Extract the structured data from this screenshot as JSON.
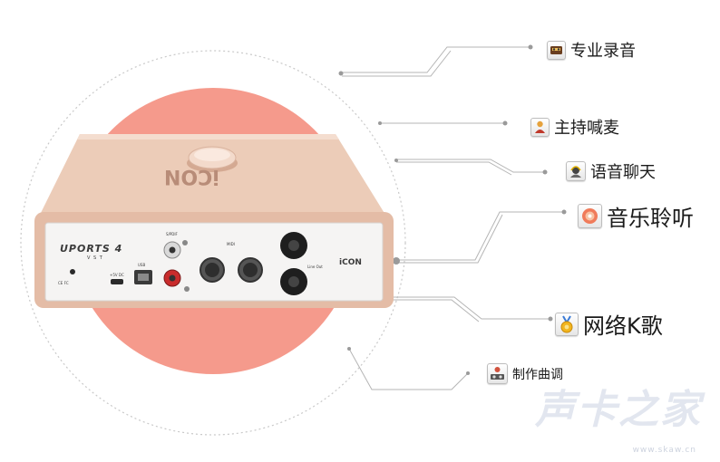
{
  "features": [
    {
      "id": "pro-recording",
      "label": "专业录音",
      "icon": "cassette-tape-icon"
    },
    {
      "id": "host-mic",
      "label": "主持喊麦",
      "icon": "host-person-icon"
    },
    {
      "id": "voice-chat",
      "label": "语音聊天",
      "icon": "headset-chat-icon"
    },
    {
      "id": "music-listening",
      "label": "音乐聆听",
      "icon": "music-disc-icon"
    },
    {
      "id": "online-karaoke",
      "label": "网络K歌",
      "icon": "karaoke-medal-icon"
    },
    {
      "id": "music-production",
      "label": "制作曲调",
      "icon": "dj-producer-icon"
    }
  ],
  "device": {
    "brand": "iCON",
    "top_logo": "iCON",
    "model": "UPORTS 4",
    "model_sub": "V S T",
    "ports": {
      "spdif": "S/PDIF",
      "midi": "MIDI",
      "line_out": "Line Out",
      "usb": "USB",
      "power": "+5V DC",
      "cert": "CE FC"
    }
  },
  "watermark": {
    "text": "声卡之家",
    "url": "www.skaw.cn"
  },
  "colors": {
    "salmon": "#f59a8c",
    "device": "#e9c5b0",
    "panel": "#f4f3f2",
    "guide_line": "#b5b5b5"
  }
}
